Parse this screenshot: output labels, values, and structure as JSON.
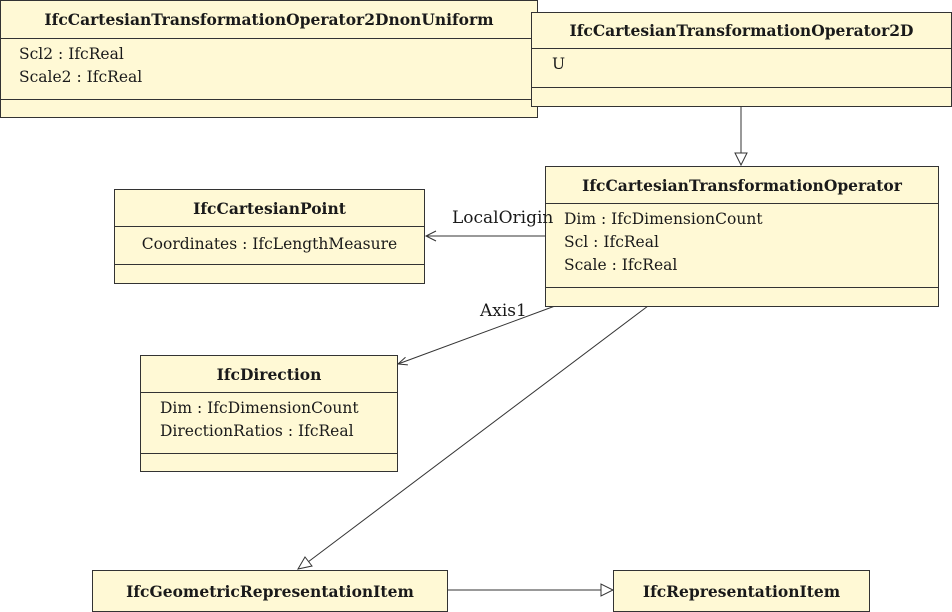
{
  "classes": {
    "nonuniform": {
      "name": "IfcCartesianTransformationOperator2DnonUniform",
      "attributes": [
        "Scl2 : IfcReal",
        "Scale2 : IfcReal"
      ]
    },
    "op2d": {
      "name": "IfcCartesianTransformationOperator2D",
      "attributes": [
        "U"
      ]
    },
    "operator": {
      "name": "IfcCartesianTransformationOperator",
      "attributes": [
        "Dim : IfcDimensionCount",
        "Scl : IfcReal",
        "Scale : IfcReal"
      ]
    },
    "point": {
      "name": "IfcCartesianPoint",
      "attributes": [
        "Coordinates : IfcLengthMeasure"
      ]
    },
    "direction": {
      "name": "IfcDirection",
      "attributes": [
        "Dim : IfcDimensionCount",
        "DirectionRatios : IfcReal"
      ]
    },
    "geomItem": {
      "name": "IfcGeometricRepresentationItem"
    },
    "reprItem": {
      "name": "IfcRepresentationItem"
    }
  },
  "associations": {
    "local_origin": "LocalOrigin",
    "axis1": "Axis1"
  }
}
